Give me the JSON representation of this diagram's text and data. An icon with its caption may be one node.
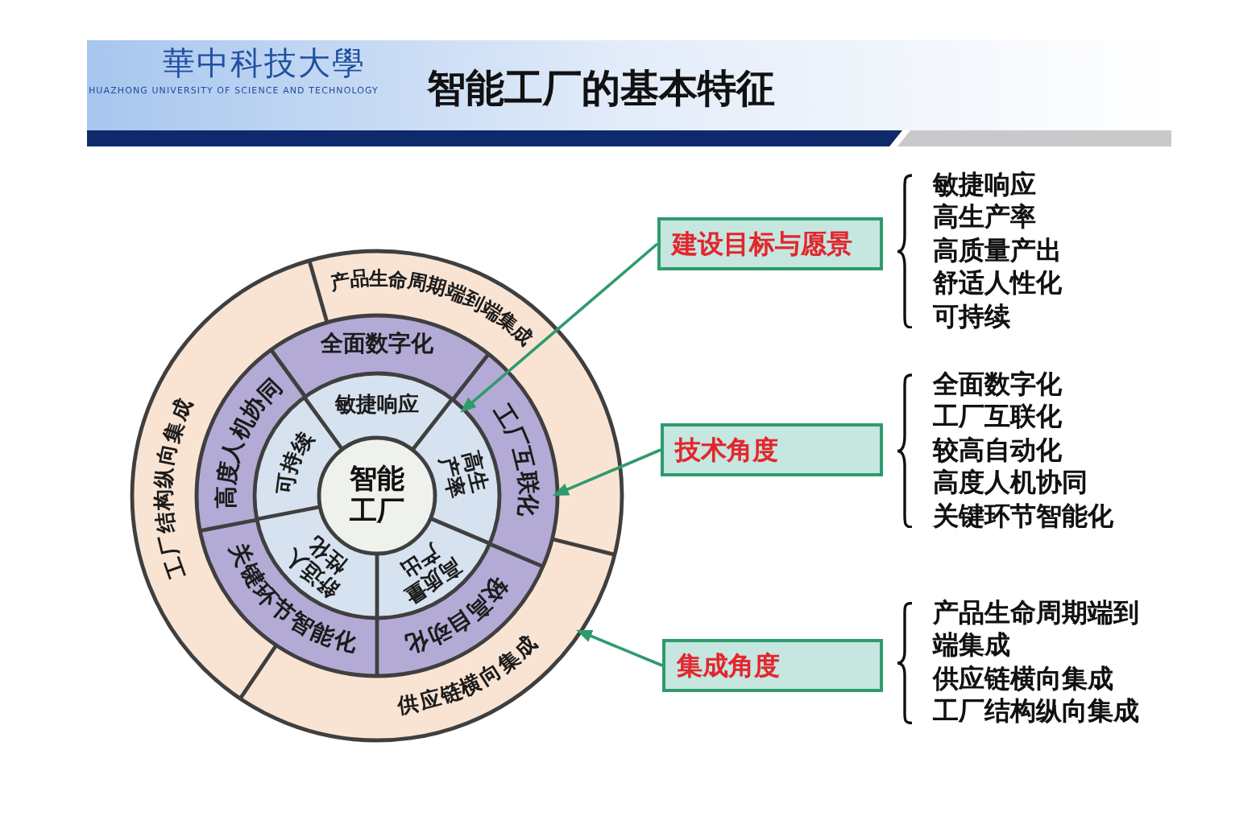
{
  "diagram": {
    "title": "智能工厂的基本特征",
    "nodes": [
      {
        "text": [
          "产品生命周期端到端集成",
          "供应链横向集成",
          "工厂结构纵向集成"
        ]
      },
      {
        "text": [
          "全面数字化",
          "工厂互联化",
          "较高自动化",
          "关键环节智能化",
          "高度人机协同"
        ],
        "in": 0
      },
      {
        "text": [
          "敏捷响应",
          "高生产率",
          "高质量产出",
          "舒适人性化",
          "可持续"
        ],
        "in": 1
      },
      {
        "text": [
          "智能工厂"
        ],
        "in": 2
      },
      {
        "text": [
          "建设目标与愿景"
        ],
        "beside": [
          "敏捷响应",
          "高生产率",
          "高质量产出",
          "舒适人性化",
          "可持续"
        ]
      },
      {
        "text": [
          "技术角度"
        ],
        "beside": [
          "全面数字化",
          "工厂互联化",
          "较高自动化",
          "高度人机协同",
          "关键环节智能化"
        ]
      },
      {
        "text": [
          "集成角度"
        ],
        "beside": [
          "产品生命周期端到端集成",
          "供应链横向集成",
          "工厂结构纵向集成"
        ]
      }
    ],
    "edges": [
      {
        "from": 4,
        "to": 2,
        "arrow": "to"
      },
      {
        "from": 5,
        "to": 1,
        "arrow": "to"
      },
      {
        "from": 6,
        "to": 0,
        "arrow": "to"
      }
    ],
    "labels": [
      "華中科技大學",
      "HUAZHONG UNIVERSITY OF SCIENCE AND TECHNOLOGY"
    ]
  }
}
